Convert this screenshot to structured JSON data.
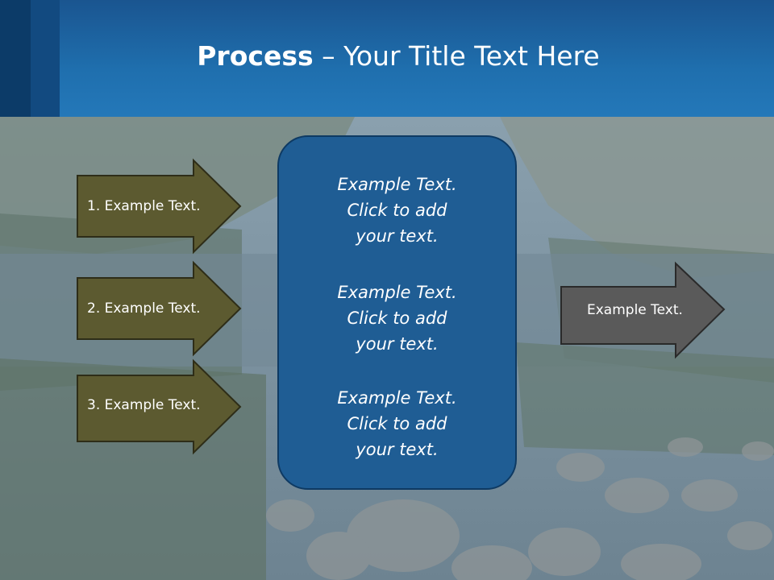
{
  "slide": {
    "title_bold": "Process",
    "title_rest": " – Your Title Text Here",
    "inputs": [
      {
        "label": "1. Example Text."
      },
      {
        "label": "2. Example Text."
      },
      {
        "label": "3. Example Text."
      }
    ],
    "center_paragraphs": [
      "Example Text.\nClick  to add\nyour text.",
      "Example Text.\nClick  to add\nyour text.",
      "Example Text.\nClick  to add\nyour text."
    ],
    "output": {
      "label": "Example Text."
    }
  },
  "colors": {
    "title_band": "#1f6fae",
    "input_arrow_fill": "#5c5a30",
    "output_arrow_fill": "#5a5a5a",
    "center_box_fill": "#1f5d94"
  }
}
